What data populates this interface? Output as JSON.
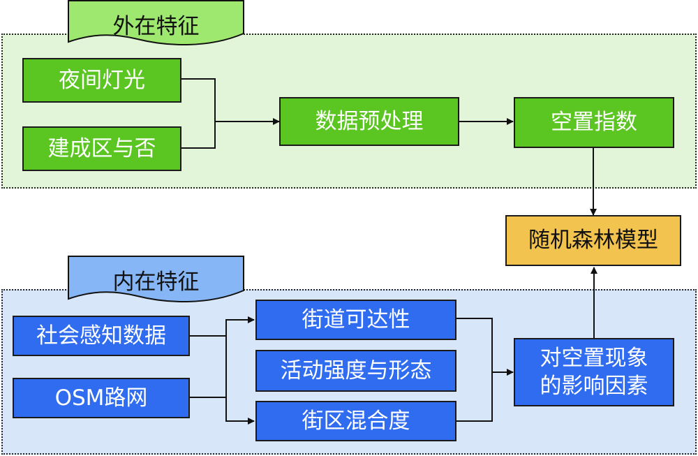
{
  "external": {
    "title": "外在特征",
    "inputs": [
      "夜间灯光",
      "建成区与否"
    ],
    "preprocess": "数据预处理",
    "index": "空置指数"
  },
  "model": "随机森林模型",
  "internal": {
    "title": "内在特征",
    "inputs": [
      "社会感知数据",
      "OSM路网"
    ],
    "features": [
      "街道可达性",
      "活动强度与形态",
      "街区混合度"
    ],
    "target_lines": [
      "对空置现象",
      "的影响因素"
    ]
  },
  "colors": {
    "external_region": "#e2f5d8",
    "external_box": "#5bc522",
    "external_tab": "#9ee86f",
    "internal_region": "#d7e6f8",
    "internal_box": "#2f6cf0",
    "internal_tab": "#86b6f5",
    "model_box": "#f3c34f"
  }
}
